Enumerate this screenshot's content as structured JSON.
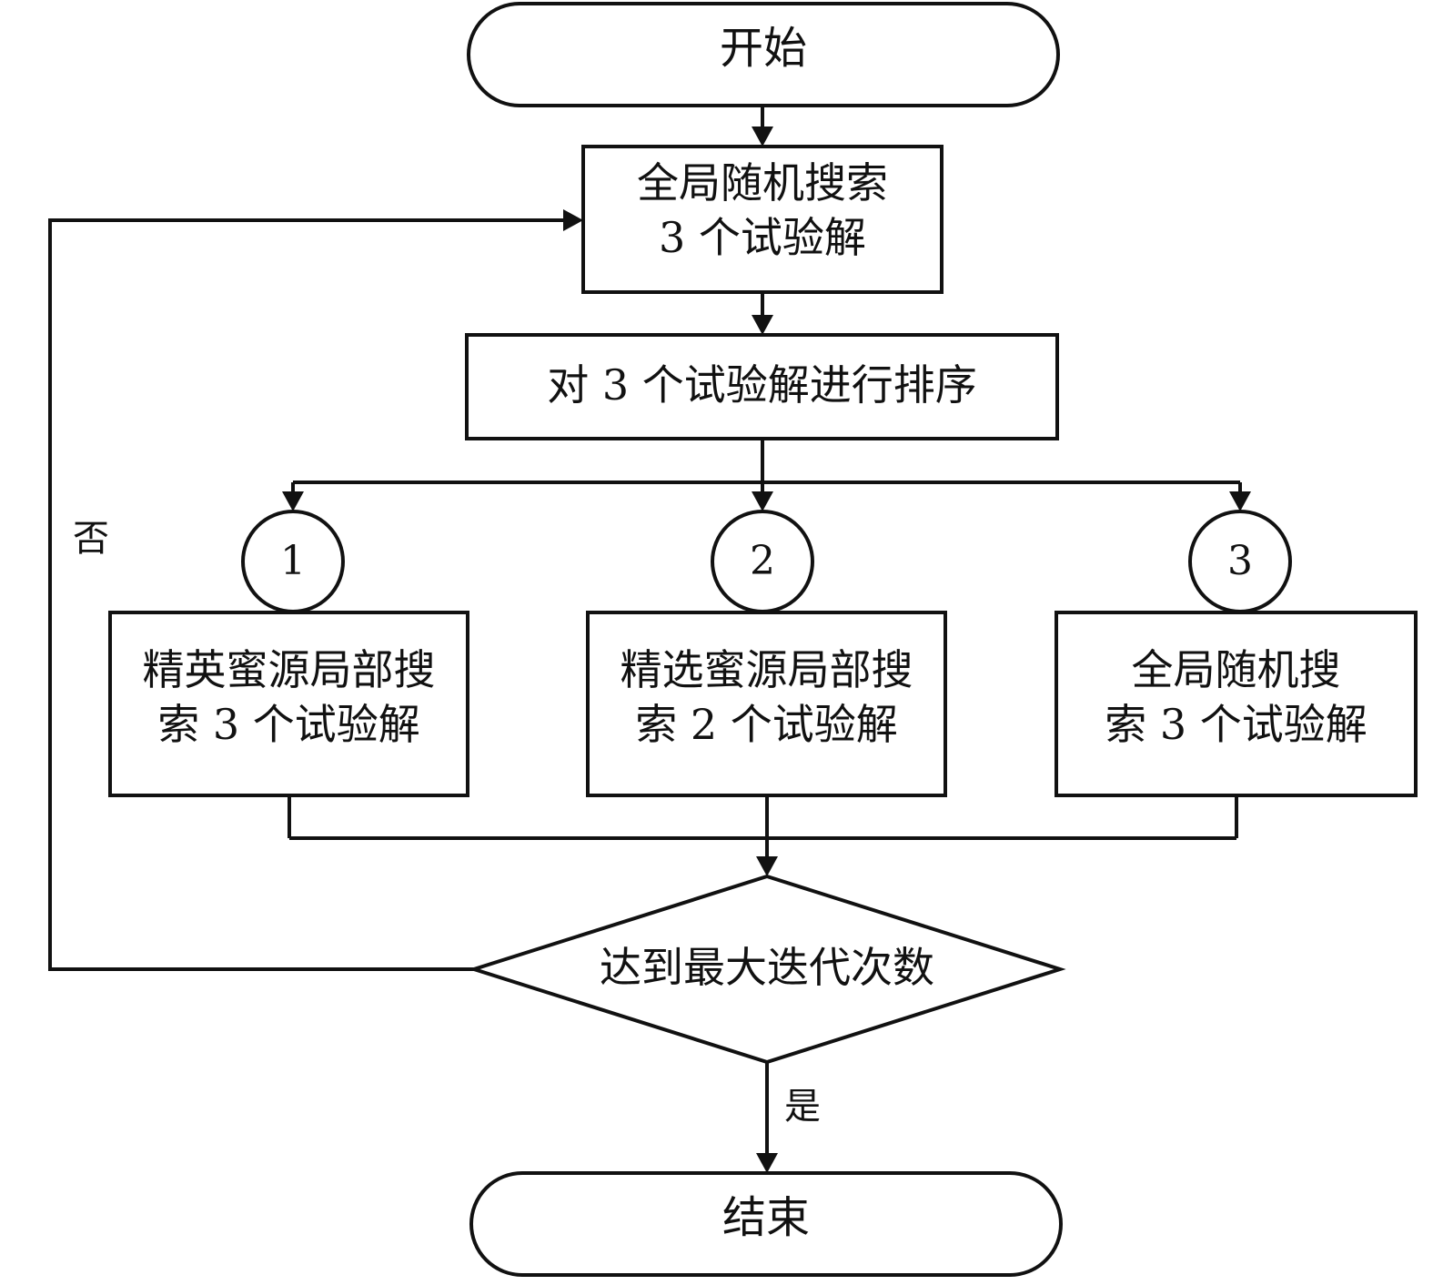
{
  "nodes": {
    "start": {
      "label": "开始"
    },
    "global_search_1": {
      "line1": "全局随机搜索",
      "line2": "3 个试验解"
    },
    "sort": {
      "label": "对 3 个试验解进行排序"
    },
    "circle_1": {
      "label": "1"
    },
    "circle_2": {
      "label": "2"
    },
    "circle_3": {
      "label": "3"
    },
    "elite_search": {
      "line1": "精英蜜源局部搜",
      "line2": "索 3 个试验解"
    },
    "selected_search": {
      "line1": "精选蜜源局部搜",
      "line2": "索 2 个试验解"
    },
    "global_search_2": {
      "line1": "全局随机搜",
      "line2": "索 3 个试验解"
    },
    "decision": {
      "label": "达到最大迭代次数"
    },
    "end": {
      "label": "结束"
    }
  },
  "edges": {
    "no_label": "否",
    "yes_label": "是"
  },
  "colors": {
    "stroke": "#111111",
    "background": "#ffffff"
  }
}
